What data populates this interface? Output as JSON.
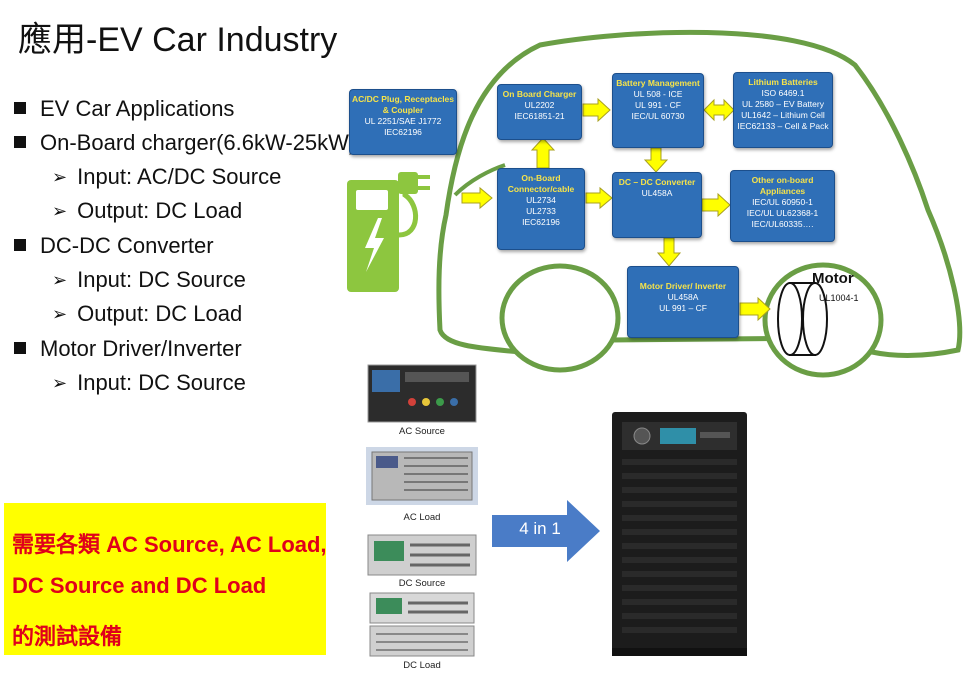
{
  "title": "應用-EV Car Industry",
  "bullets": [
    {
      "level": 1,
      "text": "EV Car Applications"
    },
    {
      "level": 1,
      "text": "On-Board charger(6.6kW-25kW)"
    },
    {
      "level": 2,
      "text": "Input: AC/DC Source"
    },
    {
      "level": 2,
      "text": "Output: DC Load"
    },
    {
      "level": 1,
      "text": "DC-DC Converter"
    },
    {
      "level": 2,
      "text": "Input: DC Source"
    },
    {
      "level": 2,
      "text": "Output: DC Load"
    },
    {
      "level": 1,
      "text": "Motor Driver/Inverter"
    },
    {
      "level": 2,
      "text": "Input: DC Source"
    }
  ],
  "diagram": {
    "plug": {
      "title": "AC/DC Plug, Receptacles & Coupler",
      "lines": [
        "UL 2251/SAE J1772",
        "IEC62196"
      ]
    },
    "onboard_charger": {
      "title": "On Board Charger",
      "lines": [
        "UL2202",
        "IEC61851-21"
      ]
    },
    "connector": {
      "title": "On-Board Connector/cable",
      "lines": [
        "UL2734",
        "UL2733",
        "IEC62196"
      ]
    },
    "battery_mgmt": {
      "title": "Battery Management",
      "lines": [
        "UL 508 - ICE",
        "UL 991 - CF",
        "IEC/UL 60730"
      ]
    },
    "lithium": {
      "title": "Lithium Batteries",
      "lines": [
        "ISO 6469.1",
        "UL 2580 – EV Battery",
        "UL1642 – Lithium Cell",
        "IEC62133 – Cell & Pack"
      ]
    },
    "dcdc": {
      "title": "DC – DC Converter",
      "lines": [
        "UL458A"
      ]
    },
    "appliances": {
      "title": "Other on-board Appliances",
      "lines": [
        "IEC/UL 60950-1",
        "IEC/UL UL62368-1",
        "IEC/UL60335…."
      ]
    },
    "motor_driver": {
      "title": "Motor Driver/ Inverter",
      "lines": [
        "UL458A",
        "UL 991 – CF"
      ]
    },
    "motor": {
      "label": "Motor",
      "standard": "UL1004-1"
    }
  },
  "colors": {
    "car_outline": "#6a9e45",
    "box_fill": "#2f6fb7",
    "box_title": "#f6e34a",
    "arrow_fill": "#ffff00",
    "callout_bg": "#ffff00",
    "callout_text": "#e0001b",
    "four_in_one_arrow": "#4a7cc7"
  },
  "callout": {
    "lines": [
      "需要各類 AC Source, AC Load,",
      "DC Source and DC Load",
      "的測試設備"
    ]
  },
  "instruments": [
    "AC Source",
    "AC Load",
    "DC Source",
    "DC Load"
  ],
  "four_in_one": "4 in 1"
}
